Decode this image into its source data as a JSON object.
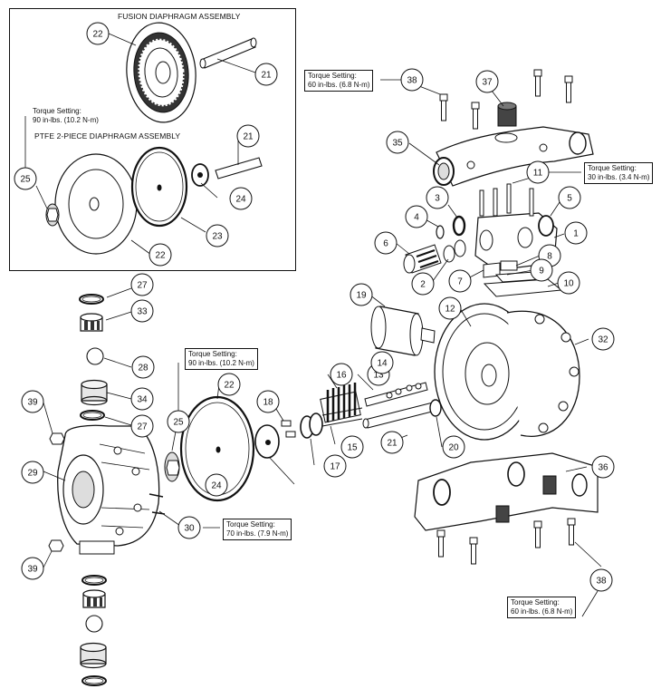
{
  "inset": {
    "fusion_title": "FUSION DIAPHRAGM ASSEMBLY",
    "ptfe_title": "PTFE 2-PIECE  DIAPHRAGM ASSEMBLY"
  },
  "notes": {
    "n38_top": {
      "l1": "Torque Setting:",
      "l2": "60 in-lbs. (6.8 N-m)"
    },
    "n11": {
      "l1": "Torque Setting:",
      "l2": "30 in-lbs. (3.4 N-m)"
    },
    "n25_inset": {
      "l1": "Torque Setting:",
      "l2": "90 in-lbs. (10.2 N-m)"
    },
    "n25_main": {
      "l1": "Torque Setting:",
      "l2": "90 in-lbs. (10.2 N-m)"
    },
    "n30": {
      "l1": "Torque Setting:",
      "l2": "70 in-lbs. (7.9 N-m)"
    },
    "n38_bottom": {
      "l1": "Torque Setting:",
      "l2": "60 in-lbs. (6.8 N-m)"
    }
  },
  "callouts": [
    "1",
    "2",
    "3",
    "4",
    "5",
    "6",
    "7",
    "8",
    "9",
    "10",
    "11",
    "12",
    "13",
    "14",
    "15",
    "16",
    "17",
    "18",
    "19",
    "20",
    "21",
    "21",
    "21",
    "22",
    "22",
    "22",
    "23",
    "24",
    "24",
    "25",
    "25",
    "27",
    "27",
    "28",
    "29",
    "30",
    "32",
    "33",
    "34",
    "35",
    "36",
    "37",
    "38",
    "38",
    "39",
    "39"
  ],
  "colors": {
    "line": "#111111",
    "fill": "#ffffff",
    "shade": "#d9d9d9"
  }
}
